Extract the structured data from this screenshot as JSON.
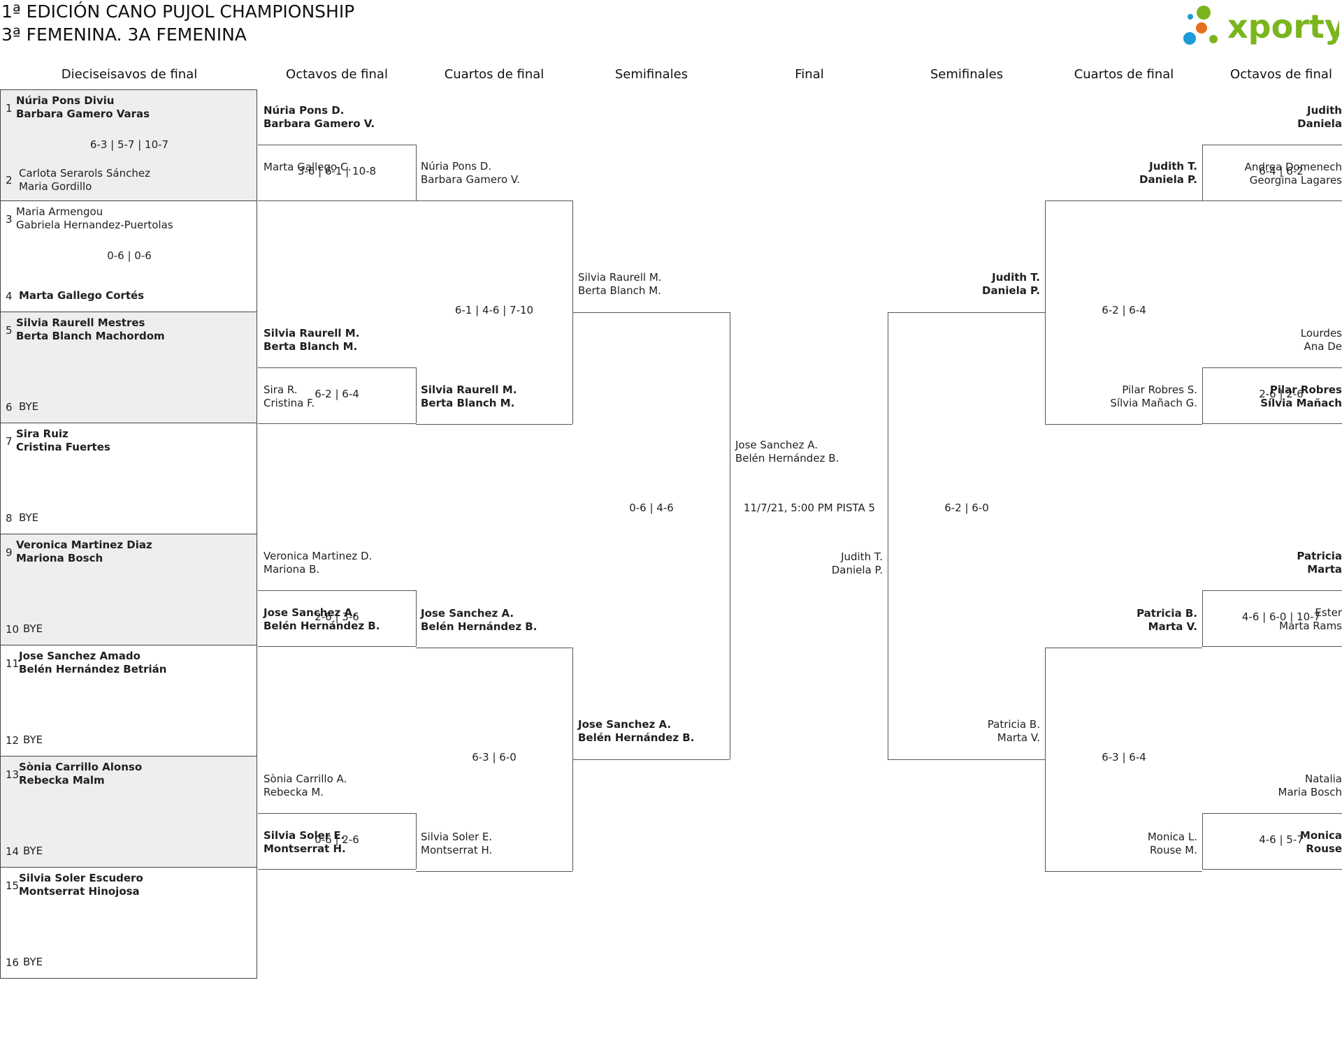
{
  "title": {
    "line1": "1ª EDICIÓN CANO PUJOL CHAMPIONSHIP",
    "line2": "3ª FEMENINA. 3A FEMENINA"
  },
  "logo": {
    "text": "xporty",
    "green": "#7ab51d",
    "orange": "#e8701a",
    "blue": "#1e9ad6"
  },
  "columns": [
    "Dieciseisavos de final",
    "Octavos de final",
    "Cuartos de final",
    "Semifinales",
    "Final",
    "Semifinales",
    "Cuartos de final",
    "Octavos de final"
  ],
  "r32": [
    {
      "seed1": "1",
      "p1a": "Núria Pons Diviu",
      "p1b": "Barbara Gamero Varas",
      "w1": true,
      "score": "6-3 | 5-7 | 10-7",
      "seed2": "2",
      "p2a": "Carlota Serarols Sánchez",
      "p2b": "Maria Gordillo",
      "w2": false,
      "shaded": true
    },
    {
      "seed1": "3",
      "p1a": "Maria Armengou",
      "p1b": "Gabriela Hernandez-Puertolas",
      "w1": false,
      "score": "0-6 | 0-6",
      "seed2": "4",
      "p2a": "Marta Gallego Cortés",
      "p2b": "",
      "w2": true,
      "shaded": false
    },
    {
      "seed1": "5",
      "p1a": "Silvia Raurell Mestres",
      "p1b": "Berta Blanch Machordom",
      "w1": true,
      "score": "",
      "seed2": "6",
      "p2a": "BYE",
      "p2b": "",
      "w2": false,
      "shaded": true
    },
    {
      "seed1": "7",
      "p1a": "Sira Ruiz",
      "p1b": "Cristina Fuertes",
      "w1": true,
      "score": "",
      "seed2": "8",
      "p2a": "BYE",
      "p2b": "",
      "w2": false,
      "shaded": false
    },
    {
      "seed1": "9",
      "p1a": "Veronica Martinez Diaz",
      "p1b": "Mariona Bosch",
      "w1": true,
      "score": "",
      "seed2": "10",
      "p2a": "BYE",
      "p2b": "",
      "w2": false,
      "shaded": true
    },
    {
      "seed1": "11",
      "p1a": "Jose Sanchez Amado",
      "p1b": "Belén Hernández Betrián",
      "w1": true,
      "score": "",
      "seed2": "12",
      "p2a": "BYE",
      "p2b": "",
      "w2": false,
      "shaded": false
    },
    {
      "seed1": "13",
      "p1a": "Sònia Carrillo Alonso",
      "p1b": "Rebecka Malm",
      "w1": true,
      "score": "",
      "seed2": "14",
      "p2a": "BYE",
      "p2b": "",
      "w2": false,
      "shaded": true
    },
    {
      "seed1": "15",
      "p1a": "Silvia Soler Escudero",
      "p1b": "Montserrat Hinojosa",
      "w1": true,
      "score": "",
      "seed2": "16",
      "p2a": "BYE",
      "p2b": "",
      "w2": false,
      "shaded": false
    }
  ],
  "left_r16": [
    {
      "a1": "Núria Pons D.",
      "b1": "Barbara Gamero V.",
      "w1": true,
      "score": "3-6 | 6-1 | 10-8",
      "a2": "Marta Gallego C.",
      "b2": "",
      "w2": false
    },
    {
      "a1": "Silvia Raurell M.",
      "b1": "Berta Blanch M.",
      "w1": true,
      "score": "6-2 | 6-4",
      "a2": "Sira R.",
      "b2": "Cristina F.",
      "w2": false
    },
    {
      "a1": "Veronica Martinez D.",
      "b1": "Mariona B.",
      "w1": false,
      "score": "2-6 | 3-6",
      "a2": "Jose Sanchez A.",
      "b2": "Belén Hernández B.",
      "w2": true
    },
    {
      "a1": "Sònia Carrillo A.",
      "b1": "Rebecka M.",
      "w1": false,
      "score": "0-6 | 2-6",
      "a2": "Silvia Soler E.",
      "b2": "Montserrat H.",
      "w2": true
    }
  ],
  "left_qf": [
    {
      "a1": "Núria Pons D.",
      "b1": "Barbara Gamero V.",
      "w1": false,
      "score": "6-1 | 4-6 | 7-10",
      "a2": "Silvia Raurell M.",
      "b2": "Berta Blanch M.",
      "w2": true
    },
    {
      "a1": "Jose Sanchez A.",
      "b1": "Belén Hernández B.",
      "w1": true,
      "score": "6-3 | 6-0",
      "a2": "Silvia Soler E.",
      "b2": "Montserrat H.",
      "w2": false
    }
  ],
  "left_sf": {
    "a1": "Silvia Raurell M.",
    "b1": "Berta Blanch M.",
    "w1": false,
    "score": "0-6 | 4-6",
    "a2": "Jose Sanchez A.",
    "b2": "Belén Hernández B.",
    "w2": true
  },
  "final": {
    "a1": "Jose Sanchez A.",
    "b1": "Belén Hernández B.",
    "info": "11/7/21, 5:00 PM PISTA 5",
    "a2": "Judith T.",
    "b2": "Daniela P."
  },
  "right_sf": {
    "a1": "Judith T.",
    "b1": "Daniela P.",
    "w1": true,
    "score": "6-2 | 6-0",
    "a2": "Patricia B.",
    "b2": "Marta V.",
    "w2": false
  },
  "right_qf": [
    {
      "a1": "Judith T.",
      "b1": "Daniela P.",
      "w1": true,
      "score": "6-2 | 6-4",
      "a2": "Pilar Robres S.",
      "b2": "Sílvia Mañach G.",
      "w2": false
    },
    {
      "a1": "Patricia B.",
      "b1": "Marta V.",
      "w1": true,
      "score": "6-3 | 6-4",
      "a2": "Monica L.",
      "b2": "Rouse M.",
      "w2": false
    }
  ],
  "right_r16": [
    {
      "a1": "Judith",
      "b1": "Daniela",
      "w1": true,
      "score": "6-4 | 6-2",
      "a2": "Andrea Domenech",
      "b2": "Georgina Lagares",
      "w2": false
    },
    {
      "a1": "Lourdes",
      "b1": "Ana De",
      "w1": false,
      "score": "2-6 | 2-6",
      "a2": "Pilar Robres",
      "b2": "Sílvia Mañach",
      "w2": true
    },
    {
      "a1": "Patricia",
      "b1": "Marta",
      "w1": true,
      "score": "4-6 | 6-0 | 10-7",
      "a2": "Ester",
      "b2": "Marta Rams",
      "w2": false
    },
    {
      "a1": "Natalia",
      "b1": "Maria Bosch",
      "w1": false,
      "score": "4-6 | 5-7",
      "a2": "Monica",
      "b2": "Rouse",
      "w2": true
    }
  ]
}
